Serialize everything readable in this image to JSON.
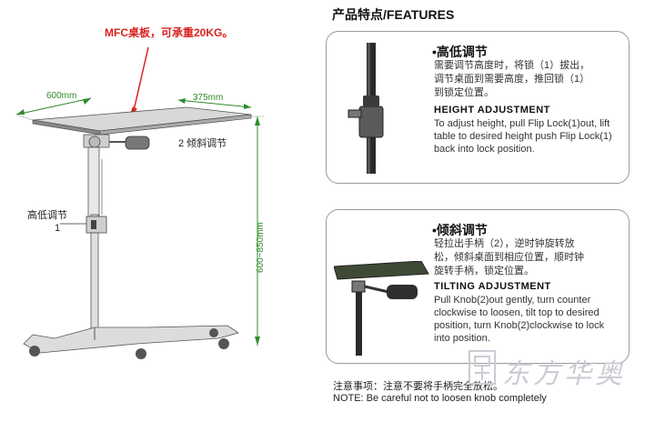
{
  "diagram": {
    "note_red": "MFC桌板，可承重20KG。",
    "dim_width": "600mm",
    "dim_depth": "375mm",
    "dim_height": "600~850mm",
    "tilt_label": "2  倾斜调节",
    "height_label": "高低调节",
    "height_num": "1"
  },
  "header": {
    "title": "产品特点/FEATURES"
  },
  "features": [
    {
      "title_cn": "•高低调节",
      "desc_cn": [
        "需要调节高度时，将锁（1）拔出，",
        "调节桌面到需要高度，推回锁（1）",
        "到锁定位置。"
      ],
      "title_en": "HEIGHT ADJUSTMENT",
      "desc_en": [
        "To adjust height, pull Flip Lock(1)out, lift",
        "table to desired height push Flip Lock(1)",
        "back into lock position."
      ]
    },
    {
      "title_cn": "•倾斜调节",
      "desc_cn": [
        "轻拉出手柄（2），逆时钟旋转放",
        "松，倾斜桌面到相应位置，顺时钟",
        "旋转手柄，锁定位置。"
      ],
      "title_en": "TILTING ADJUSTMENT",
      "desc_en": [
        "Pull Knob(2)out gently, turn counter",
        "clockwise to loosen, tilt top to desired",
        "position, turn Knob(2)clockwise to lock",
        "into position."
      ]
    }
  ],
  "notes": {
    "cn": "注意事项：注意不要将手柄完全放松。",
    "en": "NOTE: Be careful not to loosen knob completely"
  },
  "watermark": {
    "text": "东方华奥"
  },
  "colors": {
    "dimension": "#2e8b2e",
    "callout": "#d9231f",
    "card_border": "#9a9a9a"
  }
}
